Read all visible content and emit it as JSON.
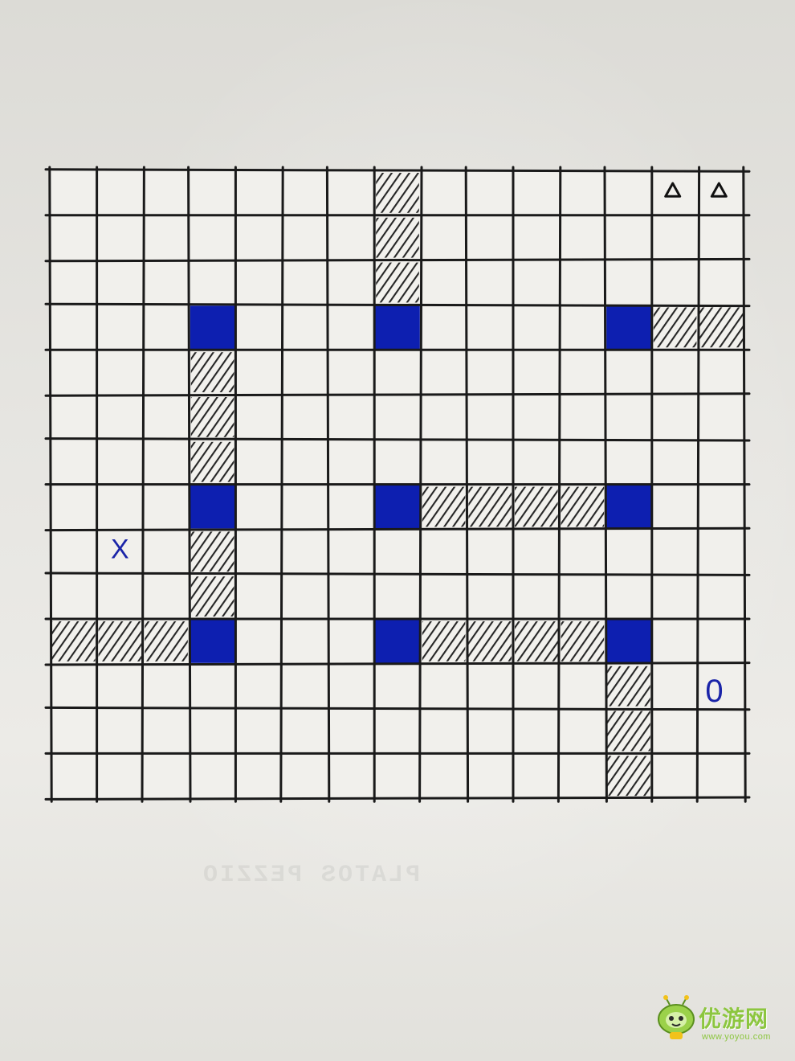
{
  "board": {
    "cols": 15,
    "rows": 14,
    "colors": {
      "paper": "#e8e7e3",
      "grid_line": "#1a1a1a",
      "blue_cell": "#0d1fb0",
      "hatch": "#2a2a2a",
      "marker_blue": "#1a24a8"
    },
    "blue_cells": [
      {
        "col": 3,
        "row": 3
      },
      {
        "col": 7,
        "row": 3
      },
      {
        "col": 12,
        "row": 3
      },
      {
        "col": 3,
        "row": 7
      },
      {
        "col": 7,
        "row": 7
      },
      {
        "col": 12,
        "row": 7
      },
      {
        "col": 3,
        "row": 10
      },
      {
        "col": 7,
        "row": 10
      },
      {
        "col": 12,
        "row": 10
      }
    ],
    "hatched_cells": [
      {
        "col": 7,
        "row": 0
      },
      {
        "col": 7,
        "row": 1
      },
      {
        "col": 7,
        "row": 2
      },
      {
        "col": 13,
        "row": 3
      },
      {
        "col": 14,
        "row": 3
      },
      {
        "col": 3,
        "row": 4
      },
      {
        "col": 3,
        "row": 5
      },
      {
        "col": 3,
        "row": 6
      },
      {
        "col": 8,
        "row": 7
      },
      {
        "col": 9,
        "row": 7
      },
      {
        "col": 10,
        "row": 7
      },
      {
        "col": 11,
        "row": 7
      },
      {
        "col": 3,
        "row": 8
      },
      {
        "col": 3,
        "row": 9
      },
      {
        "col": 0,
        "row": 10
      },
      {
        "col": 1,
        "row": 10
      },
      {
        "col": 2,
        "row": 10
      },
      {
        "col": 8,
        "row": 10
      },
      {
        "col": 9,
        "row": 10
      },
      {
        "col": 10,
        "row": 10
      },
      {
        "col": 11,
        "row": 10
      },
      {
        "col": 12,
        "row": 11
      },
      {
        "col": 12,
        "row": 12
      },
      {
        "col": 12,
        "row": 13
      }
    ],
    "triangles": [
      {
        "col": 13,
        "row": 0
      },
      {
        "col": 14,
        "row": 0
      }
    ],
    "x_marker": {
      "col": 1,
      "row": 8,
      "label": "X"
    },
    "o_marker": {
      "col": 14,
      "row": 11,
      "label": "0"
    }
  },
  "bleed_text": "PLATOS PEZZIO",
  "watermark": {
    "title": "优游网",
    "url": "www.yoyou.com",
    "icon": "alien-mascot-icon"
  }
}
